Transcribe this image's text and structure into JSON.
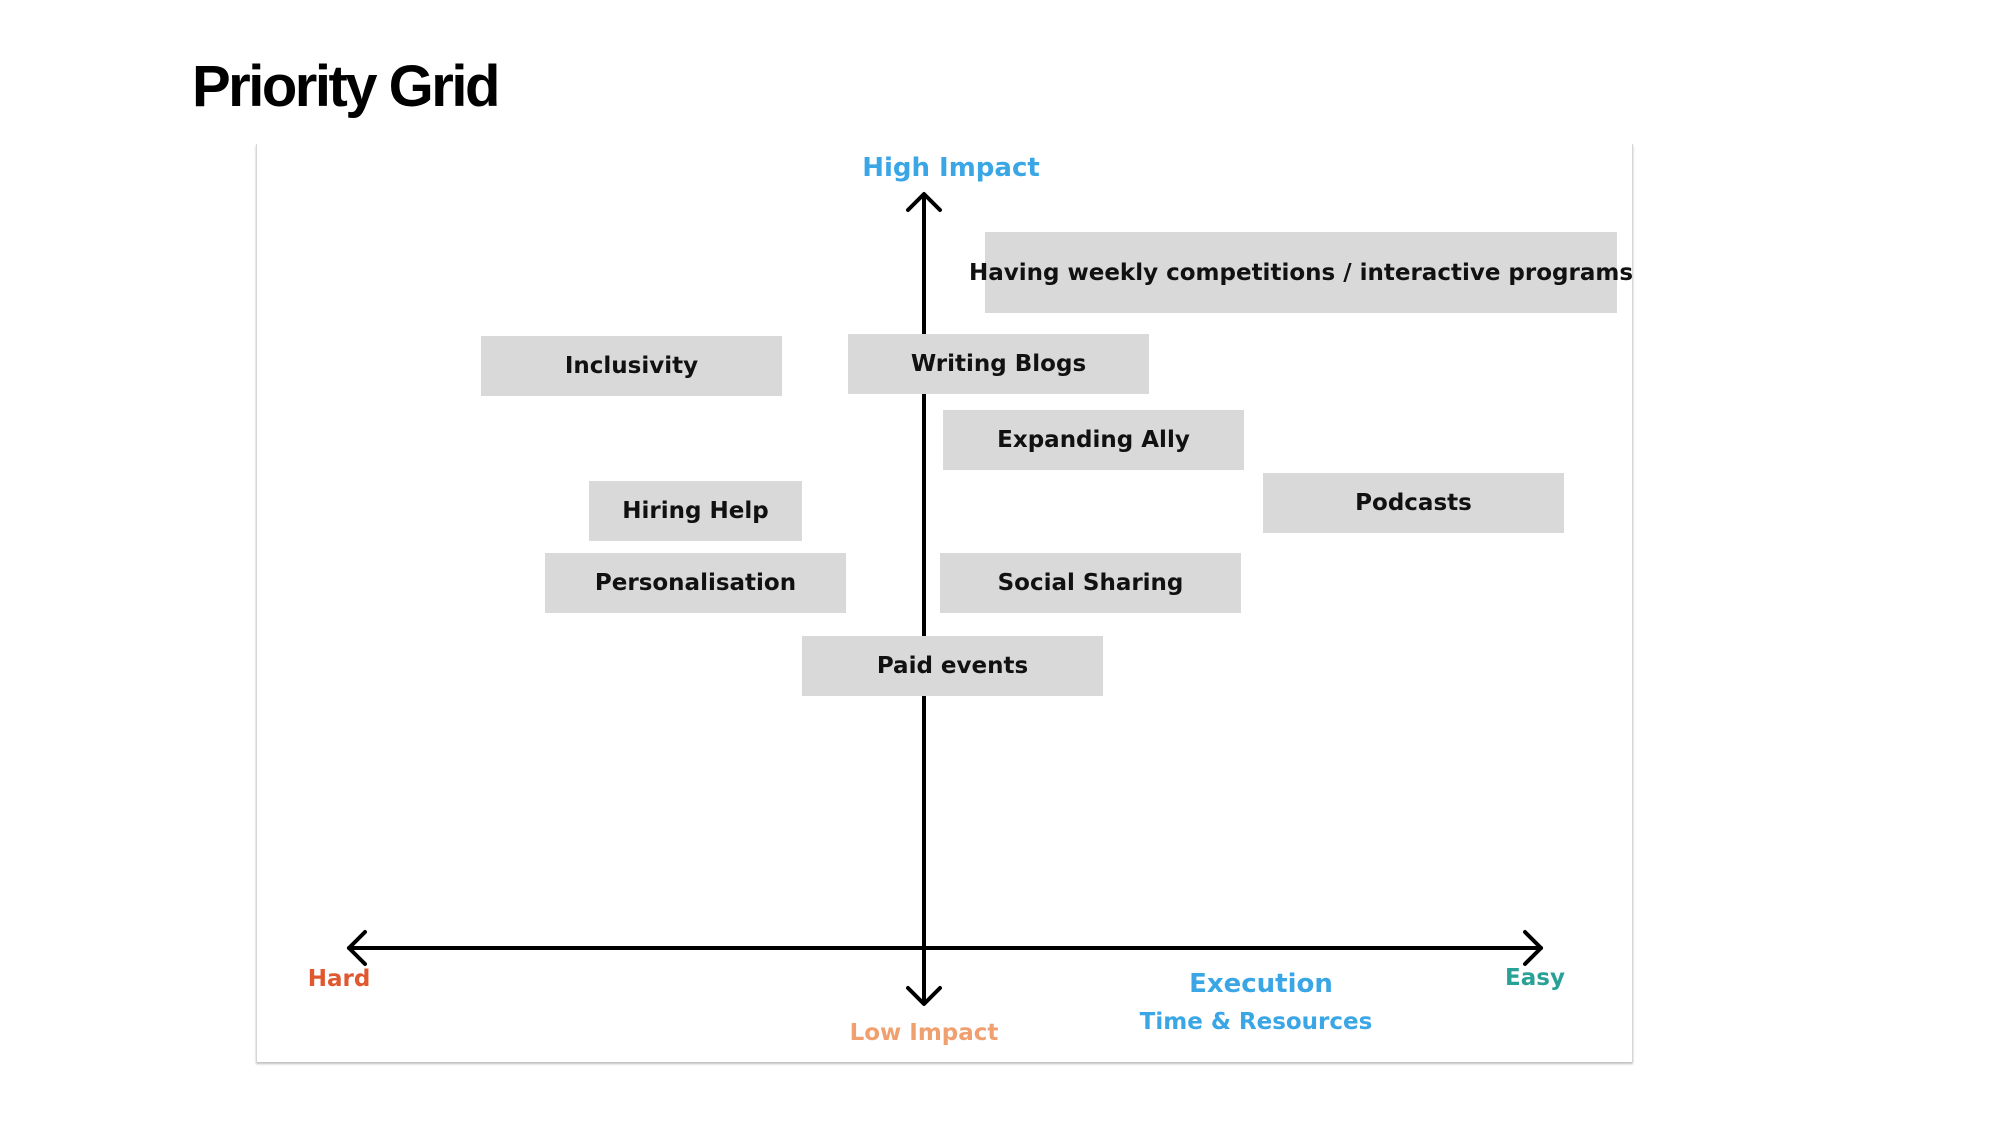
{
  "page": {
    "title": "Priority Grid"
  },
  "axes": {
    "high": {
      "label": "High Impact",
      "color": "#3aa6e6"
    },
    "low": {
      "label": "Low Impact",
      "color": "#f0a06e"
    },
    "hard": {
      "label": "Hard",
      "color": "#e0582f"
    },
    "easy": {
      "label": "Easy",
      "color": "#2aa196"
    },
    "execution": {
      "label": "Execution",
      "color": "#3aa6e6"
    },
    "resources": {
      "label": "Time & Resources",
      "color": "#3aa6e6"
    }
  },
  "items": [
    {
      "label": "Having weekly competitions / interactive programs"
    },
    {
      "label": "Inclusivity"
    },
    {
      "label": "Writing Blogs"
    },
    {
      "label": "Expanding Ally"
    },
    {
      "label": "Podcasts"
    },
    {
      "label": "Hiring Help"
    },
    {
      "label": "Personalisation"
    },
    {
      "label": "Social Sharing"
    },
    {
      "label": "Paid events"
    }
  ],
  "colors": {
    "card_fill": "#d9d9d9",
    "axis_line": "#000000"
  }
}
